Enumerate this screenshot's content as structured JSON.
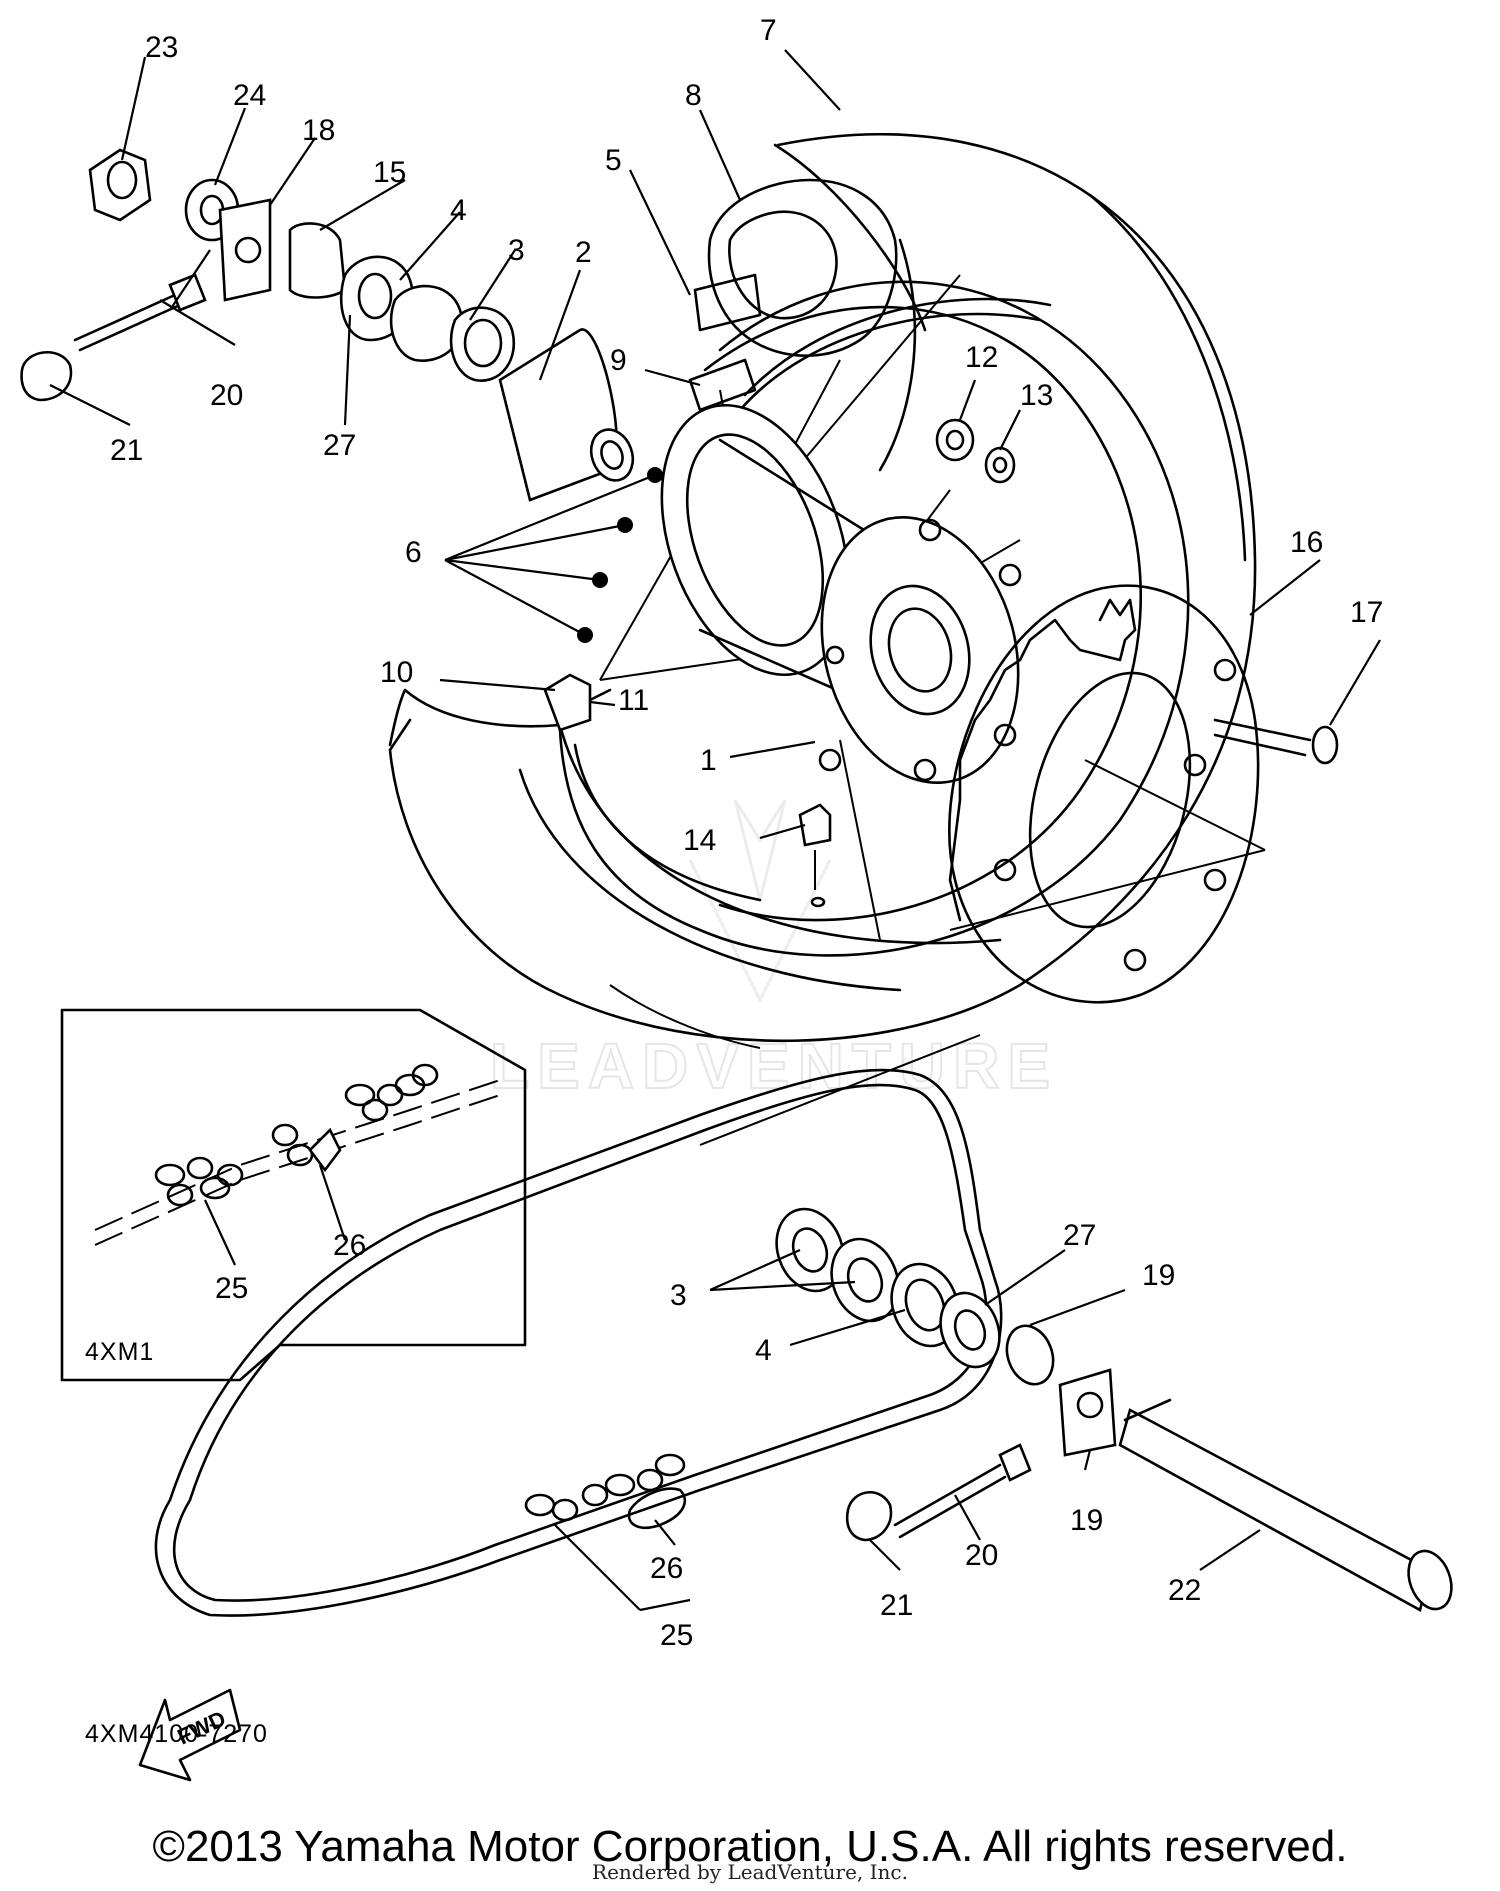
{
  "watermark": "LEADVENTURE",
  "diagram_code": "4XM4100-7270",
  "inset_label": "4XM1",
  "fwd_label": "FWD",
  "copyright": "©2013 Yamaha Motor Corporation, U.S.A. All rights reserved.",
  "rendered_by": "Rendered by LeadVenture, Inc.",
  "callouts": [
    {
      "id": "c1",
      "label": "1"
    },
    {
      "id": "c2",
      "label": "2"
    },
    {
      "id": "c3a",
      "label": "3"
    },
    {
      "id": "c3b",
      "label": "3"
    },
    {
      "id": "c4a",
      "label": "4"
    },
    {
      "id": "c4b",
      "label": "4"
    },
    {
      "id": "c5",
      "label": "5"
    },
    {
      "id": "c6",
      "label": "6"
    },
    {
      "id": "c7",
      "label": "7"
    },
    {
      "id": "c8",
      "label": "8"
    },
    {
      "id": "c9",
      "label": "9"
    },
    {
      "id": "c10",
      "label": "10"
    },
    {
      "id": "c11",
      "label": "11"
    },
    {
      "id": "c12",
      "label": "12"
    },
    {
      "id": "c13",
      "label": "13"
    },
    {
      "id": "c14",
      "label": "14"
    },
    {
      "id": "c15",
      "label": "15"
    },
    {
      "id": "c16",
      "label": "16"
    },
    {
      "id": "c17",
      "label": "17"
    },
    {
      "id": "c18",
      "label": "18"
    },
    {
      "id": "c19a",
      "label": "19"
    },
    {
      "id": "c19b",
      "label": "19"
    },
    {
      "id": "c20a",
      "label": "20"
    },
    {
      "id": "c20b",
      "label": "20"
    },
    {
      "id": "c21a",
      "label": "21"
    },
    {
      "id": "c21b",
      "label": "21"
    },
    {
      "id": "c22",
      "label": "22"
    },
    {
      "id": "c23",
      "label": "23"
    },
    {
      "id": "c24",
      "label": "24"
    },
    {
      "id": "c25a",
      "label": "25"
    },
    {
      "id": "c25b",
      "label": "25"
    },
    {
      "id": "c26a",
      "label": "26"
    },
    {
      "id": "c26b",
      "label": "26"
    },
    {
      "id": "c27a",
      "label": "27"
    },
    {
      "id": "c27b",
      "label": "27"
    }
  ]
}
